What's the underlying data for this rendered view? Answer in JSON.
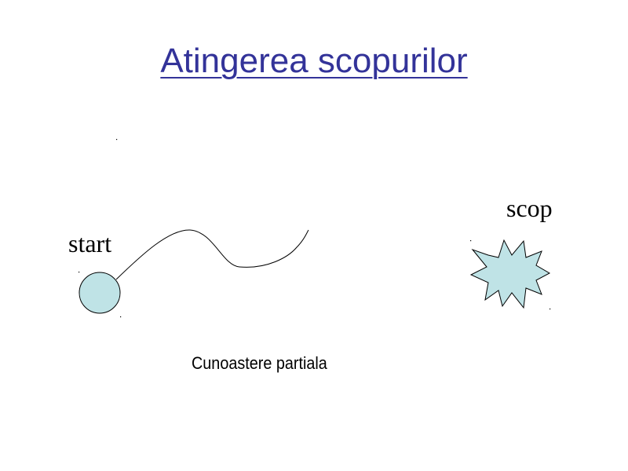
{
  "slide": {
    "title": "Atingerea scopurilor",
    "start_label": "start",
    "goal_label": "scop",
    "caption": "Cunoastere partiala"
  },
  "colors": {
    "title": "#333399",
    "shape_fill": "#bfe3e6",
    "shape_stroke": "#000000",
    "text": "#000000"
  }
}
